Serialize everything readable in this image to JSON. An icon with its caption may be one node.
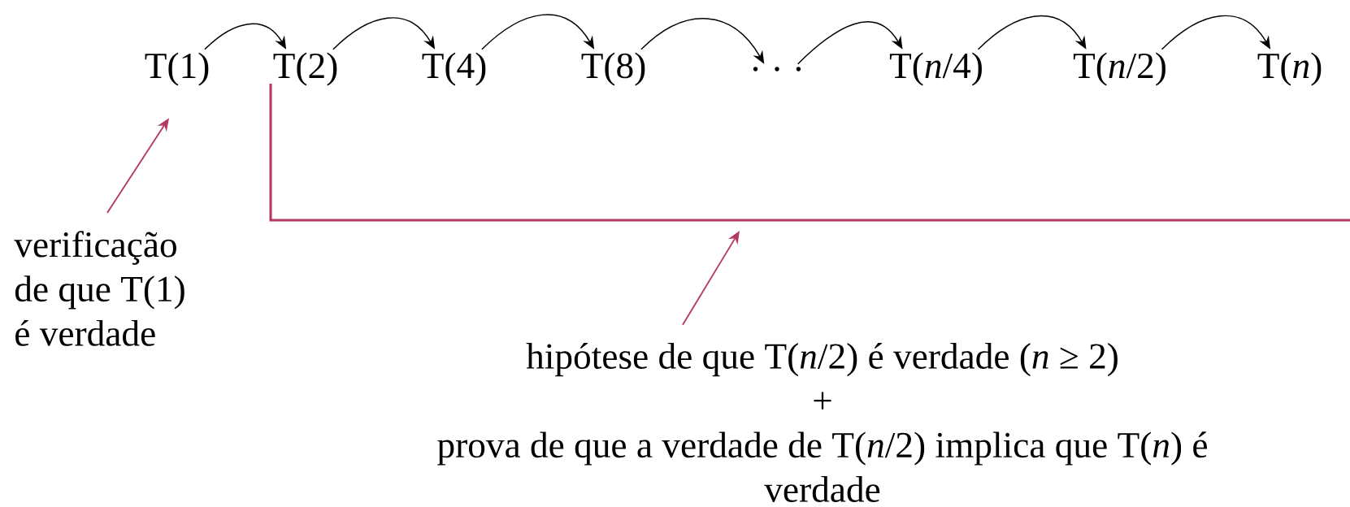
{
  "diagram": {
    "nodes": [
      {
        "text": [
          "T(1)"
        ]
      },
      {
        "text": [
          "T(2)"
        ]
      },
      {
        "text": [
          "T(4)"
        ]
      },
      {
        "text": [
          "T(8)"
        ]
      },
      {
        "text": [
          ". . ."
        ]
      },
      {
        "text": [
          "T(*n*/4)"
        ]
      },
      {
        "text": [
          "T(*n*/2)"
        ]
      },
      {
        "text": [
          "T(*n*)"
        ]
      },
      {
        "text": [
          "verificação de que T(1) é verdade"
        ]
      },
      {
        "text": [
          "hipótese de que T(*n*/2) é verdade (*n* ≥ 2)",
          "+",
          "prova de que a verdade de T(*n*/2) implica que T(*n*) é verdade"
        ]
      }
    ],
    "edges": [
      {
        "from": 0,
        "to": 1,
        "arrow": "to"
      },
      {
        "from": 1,
        "to": 2,
        "arrow": "to"
      },
      {
        "from": 2,
        "to": 3,
        "arrow": "to"
      },
      {
        "from": 3,
        "to": 4,
        "arrow": "to"
      },
      {
        "from": 4,
        "to": 5,
        "arrow": "to"
      },
      {
        "from": 5,
        "to": 6,
        "arrow": "to"
      },
      {
        "from": 6,
        "to": 7,
        "arrow": "to"
      },
      {
        "from": 8,
        "to": 0,
        "arrow": "to",
        "color": "#b5395f"
      },
      {
        "from": 9,
        "to": null,
        "arrow": "to",
        "color": "#b5395f"
      }
    ]
  }
}
